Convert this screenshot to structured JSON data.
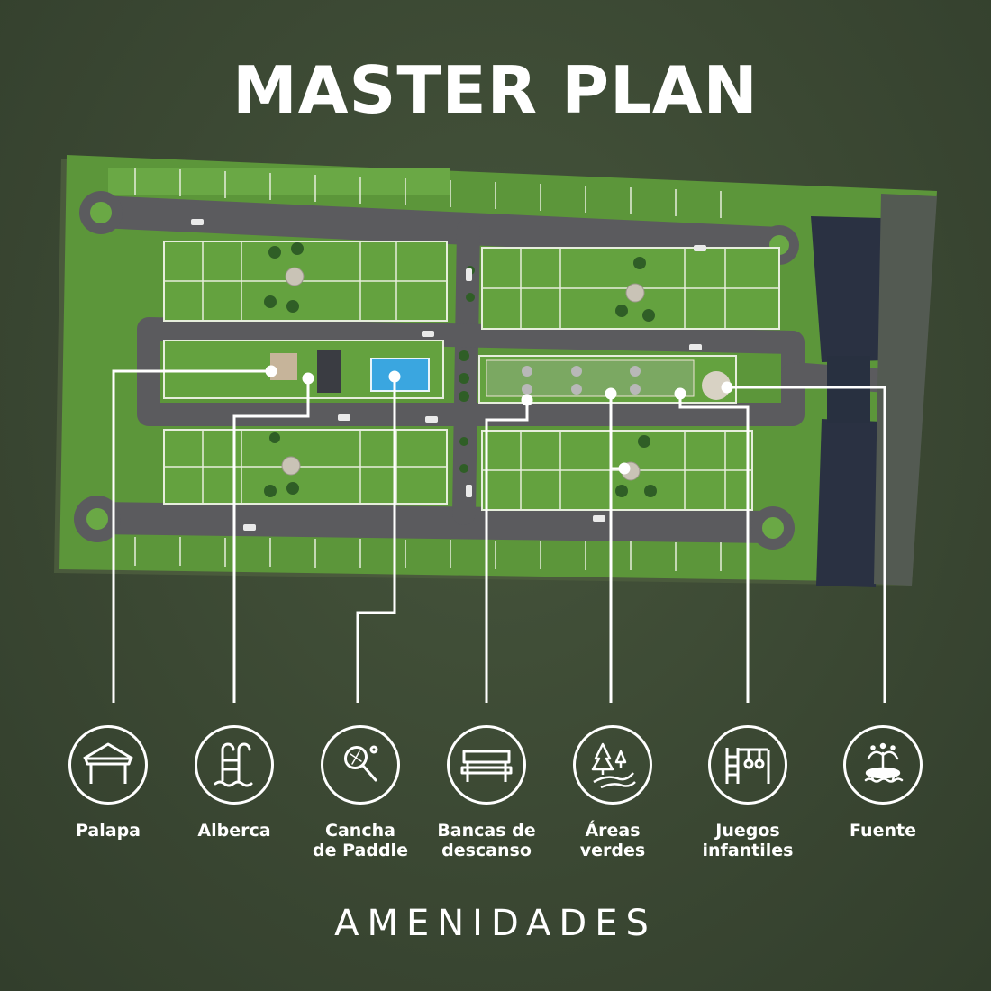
{
  "title": "MASTER PLAN",
  "section_title": "AMENIDADES",
  "colors": {
    "background": "#3b4833",
    "lawn": "#5e9a3a",
    "road": "#5a5a5c",
    "lot_line": "#e8efe0",
    "pool": "#3aa6e0",
    "building": "#2a3140",
    "accent": "#ffffff"
  },
  "amenities": [
    {
      "id": "palapa",
      "label": "Palapa",
      "icon": "palapa-icon"
    },
    {
      "id": "alberca",
      "label": "Alberca",
      "icon": "pool-ladder-icon"
    },
    {
      "id": "cancha",
      "label": "Cancha\nde Paddle",
      "icon": "paddle-racket-icon"
    },
    {
      "id": "bancas",
      "label": "Bancas de\ndescanso",
      "icon": "bench-icon"
    },
    {
      "id": "areas",
      "label": "Áreas\nverdes",
      "icon": "trees-icon"
    },
    {
      "id": "juegos",
      "label": "Juegos\ninfantiles",
      "icon": "playground-icon"
    },
    {
      "id": "fuente",
      "label": "Fuente",
      "icon": "fountain-icon"
    }
  ]
}
